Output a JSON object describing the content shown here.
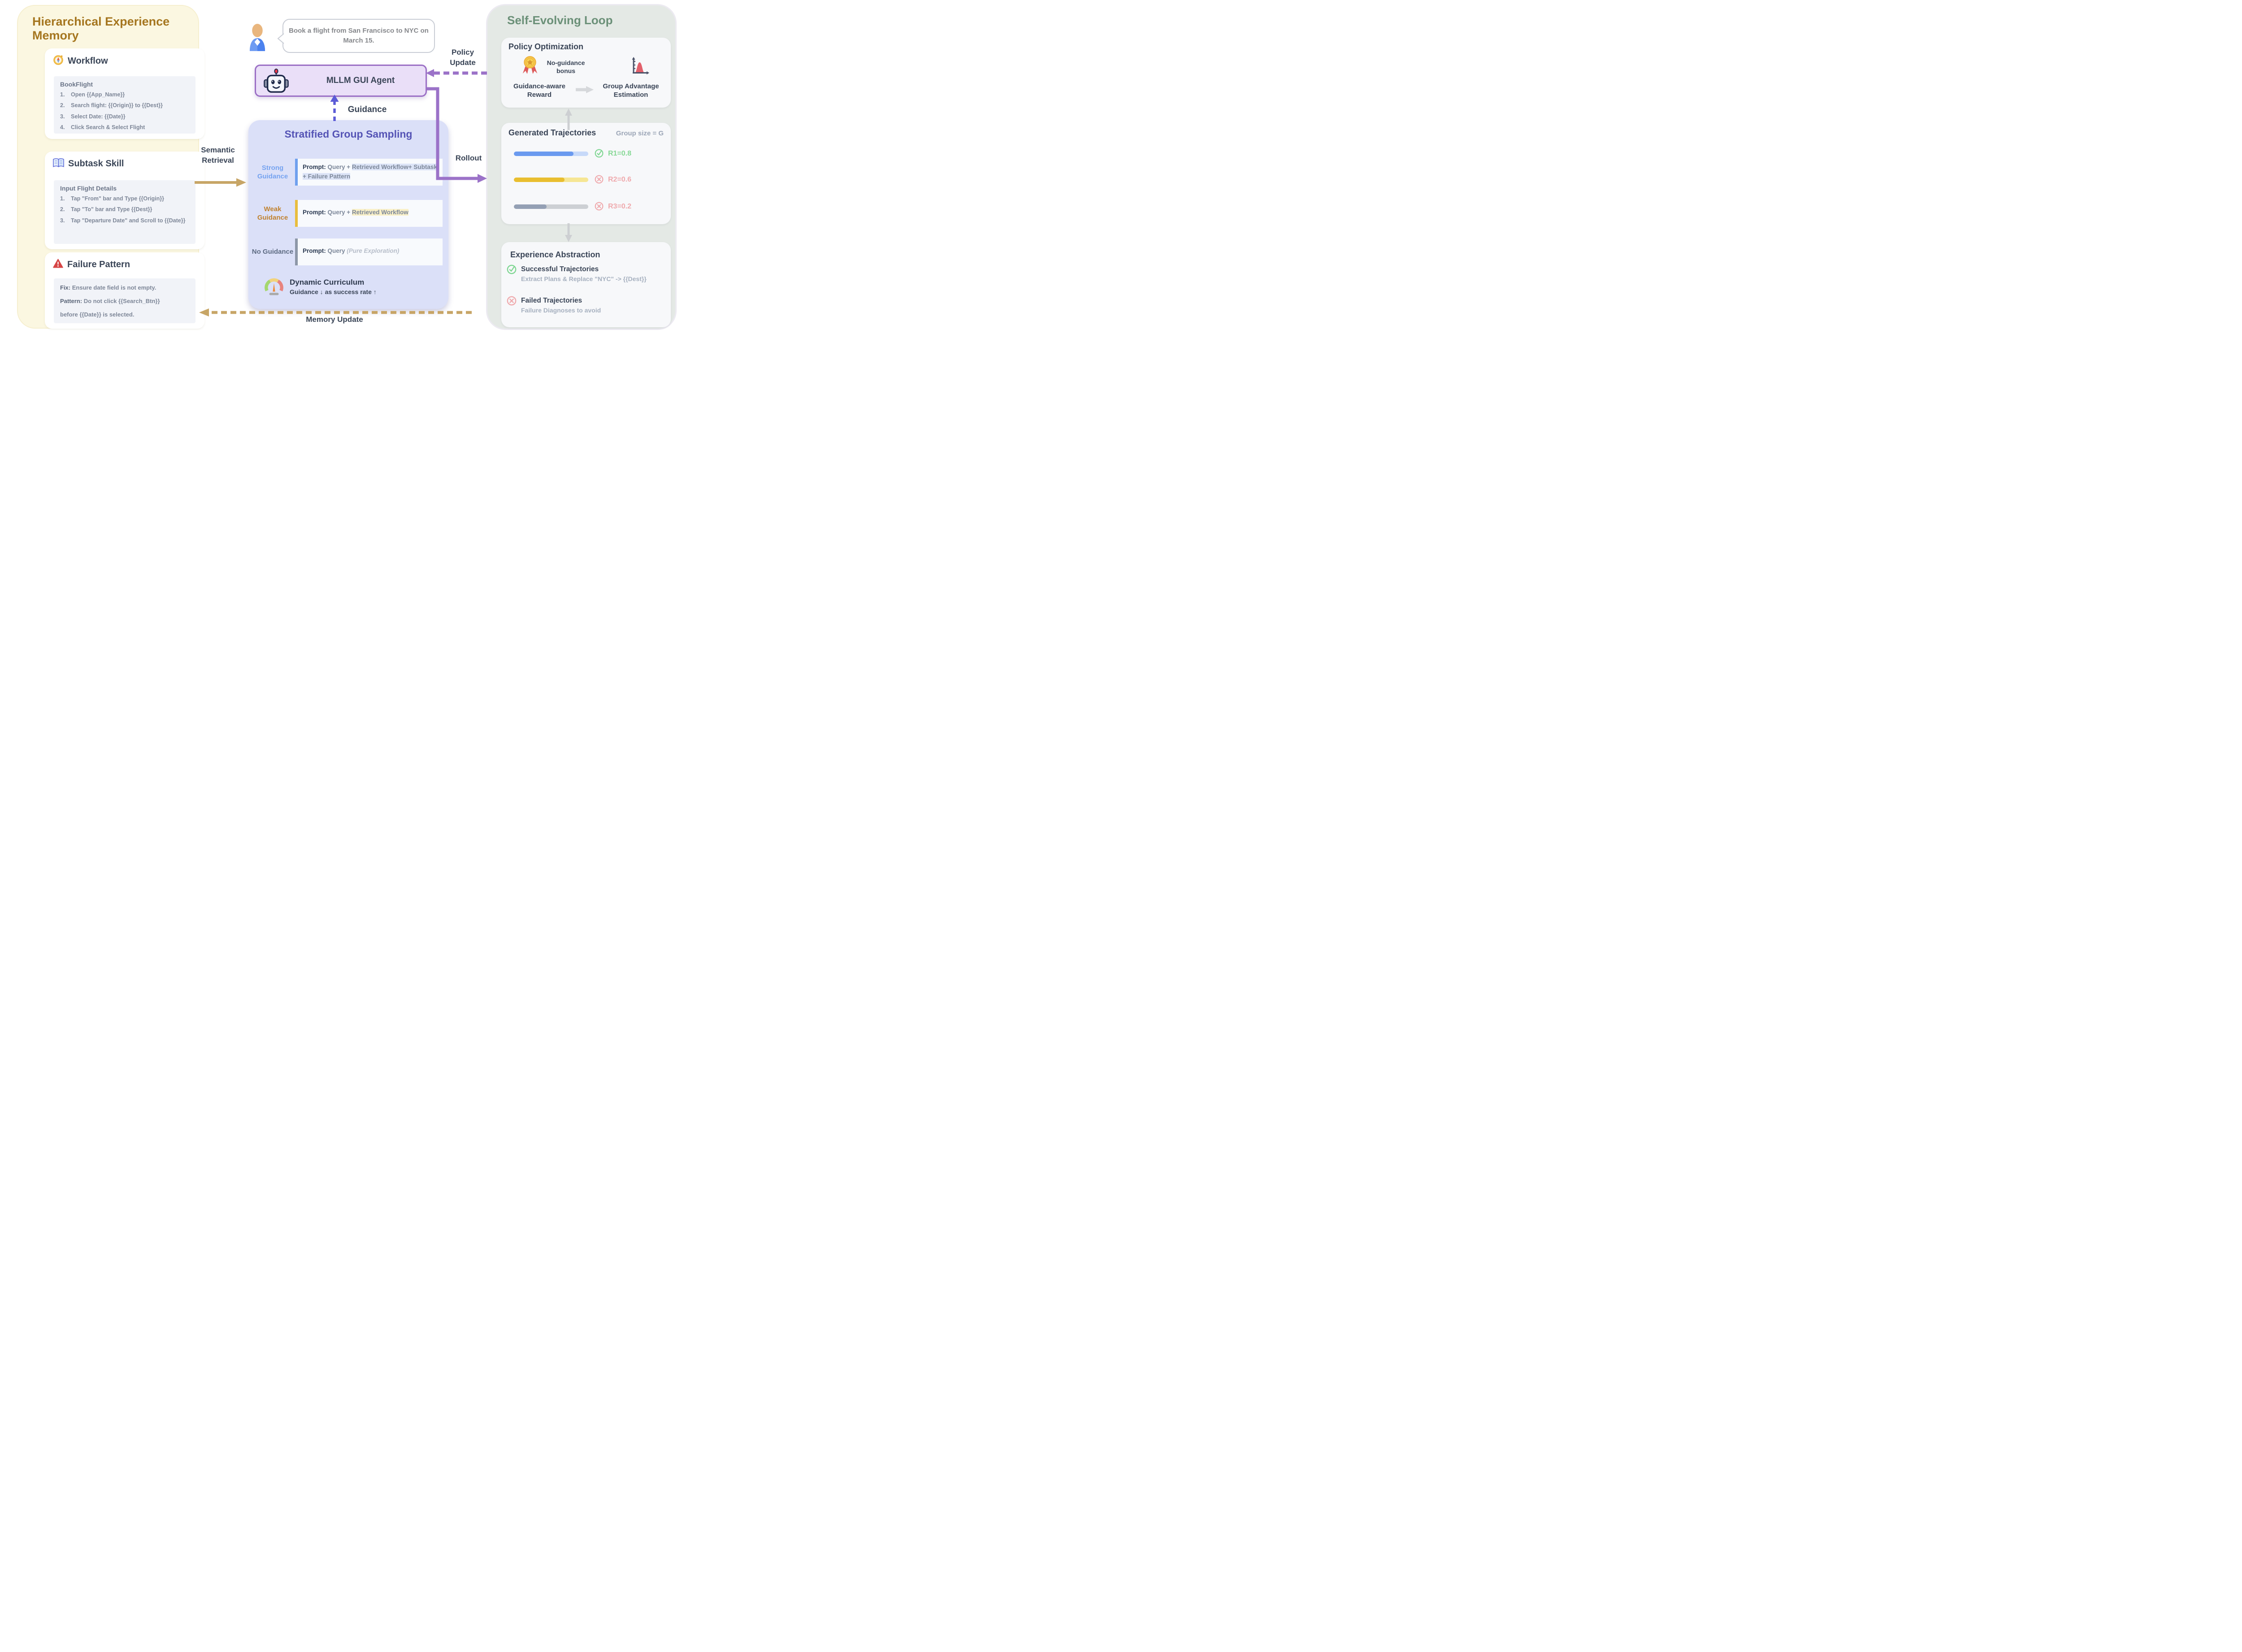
{
  "colors": {
    "memory_panel_bg": "#FBF7E1",
    "memory_title": "#A5761F",
    "card_title": "#3A4557",
    "body_text": "#7E8798",
    "inner_box_bg": "#F1F3F8",
    "sampling_panel_bg": "#DBE0F8",
    "sampling_title": "#5453B5",
    "strong_accent": "#76A3F0",
    "strong_border": "#6FA0EE",
    "strong_highlight_bg": "#DCE4F7",
    "weak_accent": "#C08230",
    "weak_border": "#E8BD3E",
    "weak_highlight_bg": "#F9F0C8",
    "no_accent": "#5D6B82",
    "no_border": "#8D97A8",
    "agent_box_bg": "#EADFF8",
    "agent_border": "#9B6FC5",
    "purple_arrow": "#9B72C8",
    "guidance_arrow": "#5B5BD6",
    "tan_arrow": "#C7A566",
    "loop_panel_bg": "#E4E9E5",
    "loop_title": "#6B9078",
    "success_green": "#7FD692",
    "fail_pink": "#EFA9AC",
    "bar_blue": "#6B9AEF",
    "bar_yellow": "#E9BE2F",
    "bar_gray": "#94A0B4",
    "muted_text": "#A6B0BF"
  },
  "memory": {
    "title": "Hierarchical Experience Memory",
    "workflow": {
      "icon": "compass-icon",
      "title": "Workflow",
      "box_title": "BookFlight",
      "items": [
        {
          "num": "1.",
          "text": "Open {{App_Name}}"
        },
        {
          "num": "2.",
          "text": "Search flight: {{Origin}} to {{Dest}}"
        },
        {
          "num": "3.",
          "text": "Select Date: {{Date}}"
        },
        {
          "num": "4.",
          "text": "Click Search & Select Flight"
        }
      ]
    },
    "subtask": {
      "icon": "open-book-icon",
      "title": "Subtask Skill",
      "box_title": "Input Flight Details",
      "items": [
        {
          "num": "1.",
          "text": "Tap \"From\" bar and Type {{Origin}}"
        },
        {
          "num": "2.",
          "text": "Tap \"To\" bar and Type {{Dest}}"
        },
        {
          "num": "3.",
          "text": "Tap \"Departure Date\" and Scroll to {{Date}}"
        }
      ]
    },
    "failure": {
      "icon": "warning-icon",
      "title": "Failure Pattern",
      "lines": [
        {
          "bold": "Fix:",
          "text": " Ensure date field is not empty."
        },
        {
          "bold": "Pattern:",
          "text": " Do not click {{Search_Btn}}"
        },
        {
          "bold": "",
          "text": "before {{Date}} is selected."
        }
      ]
    }
  },
  "user": {
    "query": "Book a flight from San Francisco to NYC on March 15."
  },
  "agent": {
    "label": "MLLM GUI Agent"
  },
  "arrows": {
    "semantic": "Semantic Retrieval",
    "guidance": "Guidance",
    "policy_update": "Policy Update",
    "rollout": "Rollout",
    "memory_update": "Memory Update"
  },
  "sampling": {
    "title": "Stratified Group Sampling",
    "rows": [
      {
        "label": "Strong Guidance",
        "prefix": "Prompt:",
        "plain": "Query + ",
        "highlight": "Retrieved Workflow+ Subtask + Failure Pattern",
        "italic": ""
      },
      {
        "label": "Weak Guidance",
        "prefix": "Prompt:",
        "plain": "Query + ",
        "highlight": "Retrieved Workflow",
        "italic": ""
      },
      {
        "label": "No Guidance",
        "prefix": "Prompt:",
        "plain": "Query ",
        "highlight": "",
        "italic": "(Pure Exploration)"
      }
    ],
    "curriculum": {
      "icon": "gauge-icon",
      "title": "Dynamic Curriculum",
      "subtitle": "Guidance ↓ as success rate ↑"
    }
  },
  "loop": {
    "title": "Self-Evolving Loop",
    "policy": {
      "title": "Policy Optimization",
      "bonus": "No-guidance bonus",
      "reward": "Guidance-aware Reward",
      "estimation": "Group Advantage Estimation"
    },
    "trajectories": {
      "title": "Generated Trajectories",
      "note": "Group size = G",
      "rows": [
        {
          "label": "R1=0.8",
          "value": 0.8,
          "fill_pct": "80%",
          "status": "success",
          "color": "#6B9AEF"
        },
        {
          "label": "R2=0.6",
          "value": 0.6,
          "fill_pct": "68%",
          "status": "fail",
          "color": "#E9BE2F"
        },
        {
          "label": "R3=0.2",
          "value": 0.2,
          "fill_pct": "44%",
          "status": "fail",
          "color": "#94A0B4"
        }
      ]
    },
    "abstraction": {
      "title": "Experience Abstraction",
      "items": [
        {
          "icon": "check-circle-icon",
          "title": "Successful Trajectories",
          "desc": "Extract Plans & Replace \"NYC\" -> {{Dest}}"
        },
        {
          "icon": "x-circle-icon",
          "title": "Failed Trajectories",
          "desc": "Failure Diagnoses to avoid"
        }
      ]
    }
  }
}
